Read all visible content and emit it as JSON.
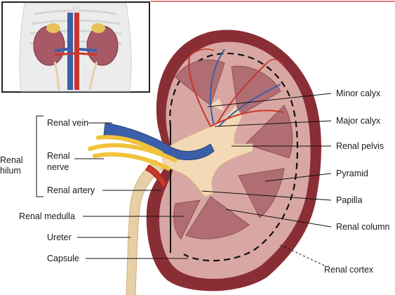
{
  "labels": {
    "renal_hilum_line1": "Renal",
    "renal_hilum_line2": "hilum",
    "renal_vein": "Renal vein",
    "renal_nerve_line1": "Renal",
    "renal_nerve_line2": "nerve",
    "renal_artery": "Renal artery",
    "renal_medulla": "Renal medulla",
    "ureter": "Ureter",
    "capsule": "Capsule",
    "minor_calyx": "Minor calyx",
    "major_calyx": "Major calyx",
    "renal_pelvis": "Renal pelvis",
    "pyramid": "Pyramid",
    "papilla": "Papilla",
    "renal_column": "Renal column",
    "renal_cortex": "Renal cortex"
  },
  "colors": {
    "kidney_outer": "#8a2e35",
    "kidney_cortex": "#d9a7a3",
    "pyramid": "#b06e72",
    "pelvis": "#f4d9b6",
    "vein": "#3b5fa8",
    "artery": "#c8372d",
    "nerve": "#f2c23a",
    "ureter": "#e9cfa6"
  }
}
